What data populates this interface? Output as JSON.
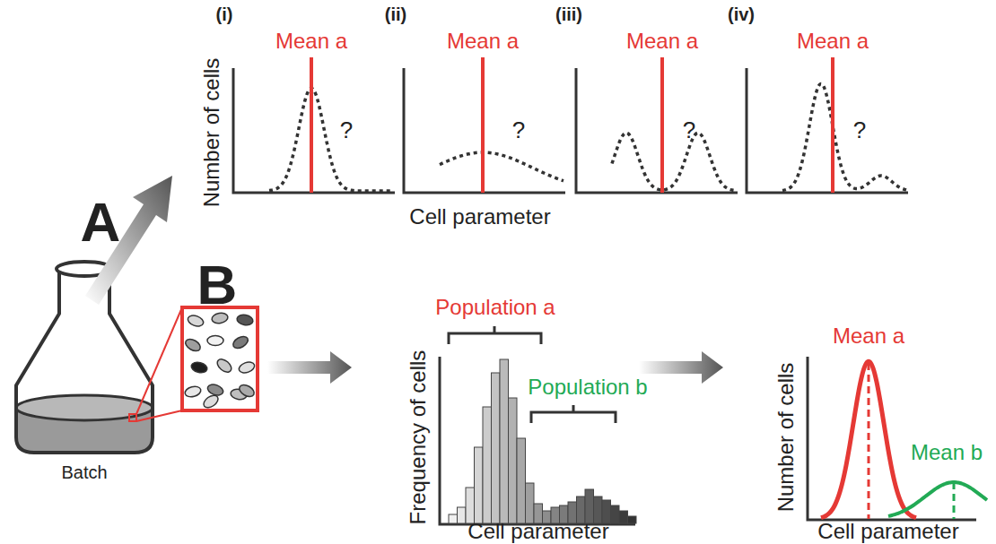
{
  "diagram": {
    "labels": [
      "(i)",
      "Mean a",
      "?",
      "(ii)",
      "Mean a",
      "?",
      "(iii)",
      "Mean a",
      "?",
      "(iv)",
      "Mean a",
      "?",
      "Number of cells",
      "Cell parameter",
      "A",
      "B",
      "Batch",
      "Population a",
      "Population b",
      "Frequency of cells",
      "Cell parameter",
      "Mean a",
      "Mean b",
      "Number of cells",
      "Cell parameter"
    ]
  }
}
